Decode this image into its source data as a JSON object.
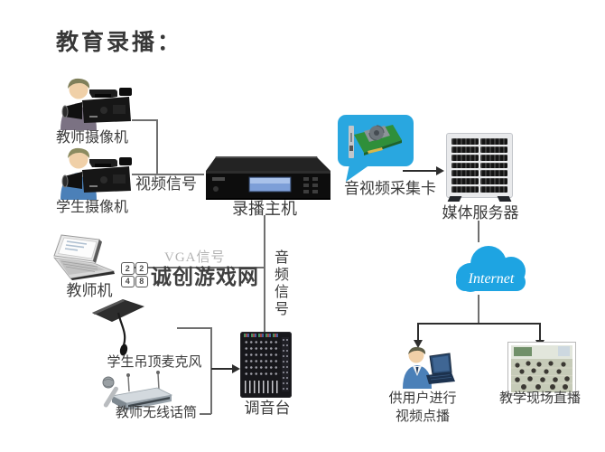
{
  "title": "教育录播：",
  "watermark": {
    "d1": "2",
    "d2": "2",
    "d3": "4",
    "d4": "8",
    "site": "诚创游戏网"
  },
  "labels": {
    "teacher_camera": "教师摄像机",
    "student_camera": "学生摄像机",
    "video_signal": "视频信号",
    "recording_host": "录播主机",
    "capture_card": "音视频采集卡",
    "media_server": "媒体服务器",
    "teacher_pc": "教师机",
    "vga_signal": "VGA信号",
    "audio_signal": "音频信号",
    "student_ceiling_mic": "学生吊顶麦克风",
    "teacher_wireless_mic": "教师无线话筒",
    "mixer": "调音台",
    "internet": "Internet",
    "vod_line1": "供用户进行",
    "vod_line2": "视频点播",
    "live_broadcast": "教学现场直播"
  },
  "colors": {
    "bubble_blue": "#29a7e0",
    "cloud_blue": "#1ea4e2",
    "line_gray": "#6f6f6f",
    "arrow_dark": "#2d2d2d",
    "text_dark": "#3b3b3b"
  }
}
